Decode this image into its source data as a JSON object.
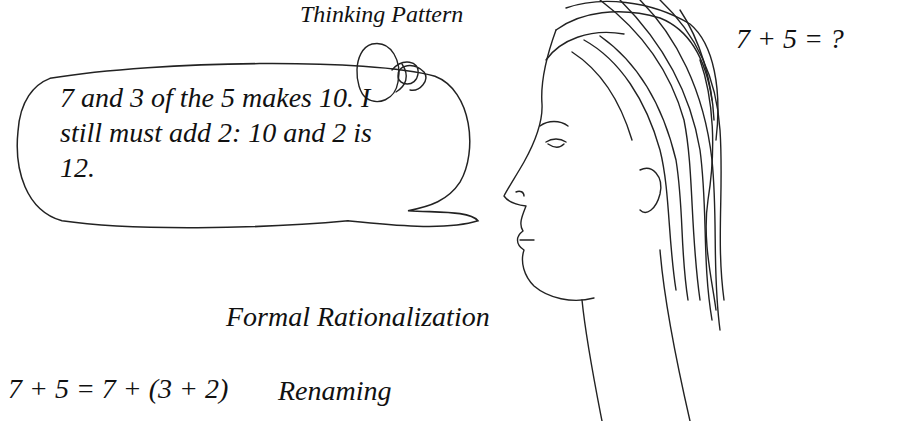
{
  "diagram": {
    "title": "Thinking Pattern",
    "nodes": [
      {
        "text": [
          "7 and 3 of the 5 makes 10. I still must add 2: 10 and 2 is 12."
        ]
      }
    ],
    "labels": [
      "7 + 5 = ?",
      "Formal Rationalization",
      "7 + 5 = 7 + (3 + 2)",
      "Renaming"
    ]
  }
}
